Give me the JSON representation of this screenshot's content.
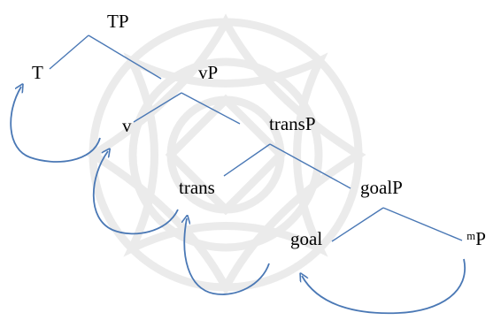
{
  "diagram": {
    "title": "",
    "nodes": {
      "tp": "TP",
      "t": "T",
      "vp": "vP",
      "v": "v",
      "transp": "transP",
      "trans": "trans",
      "goalp": "goalP",
      "goal": "goal",
      "pm": "ᵐP"
    },
    "colors": {
      "branch": "#4A78B5",
      "arrow": "#4A78B5",
      "watermark": "#d9d9d9",
      "text": "#000000"
    }
  }
}
